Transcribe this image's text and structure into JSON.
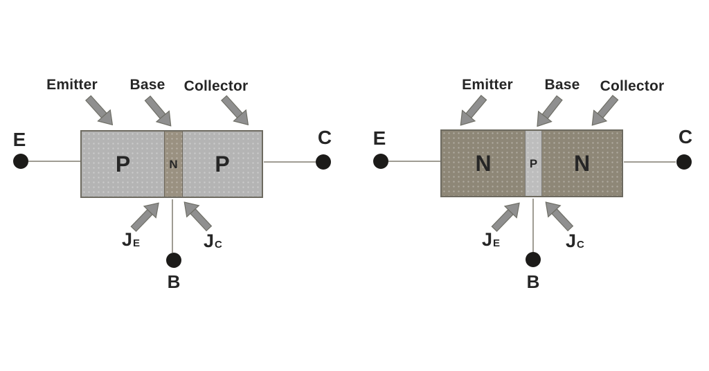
{
  "figure": {
    "colors": {
      "background": "#ffffff",
      "text": "#262626",
      "dot": "#1c1b19",
      "wire": "#9f9c93",
      "arrow": "#8f8f8f",
      "arrow_outline": "#6e6e66"
    },
    "diagrams": [
      {
        "id": "pnp",
        "labels": {
          "emitter": "Emitter",
          "base": "Base",
          "collector": "Collector"
        },
        "regions": [
          "P",
          "N",
          "P"
        ],
        "terminals": {
          "emitter": "E",
          "collector": "C",
          "base": "B"
        },
        "junctions": {
          "je_main": "J",
          "je_sub": "E",
          "jc_main": "J",
          "jc_sub": "C"
        },
        "colors": {
          "outer": "#b4b4b4",
          "middle": "#9a9181"
        }
      },
      {
        "id": "npn",
        "labels": {
          "emitter": "Emitter",
          "base": "Base",
          "collector": "Collector"
        },
        "regions": [
          "N",
          "P",
          "N"
        ],
        "terminals": {
          "emitter": "E",
          "collector": "C",
          "base": "B"
        },
        "junctions": {
          "je_main": "J",
          "je_sub": "E",
          "jc_main": "J",
          "jc_sub": "C"
        },
        "colors": {
          "outer": "#8e8777",
          "middle": "#bdbdbd"
        }
      }
    ]
  }
}
